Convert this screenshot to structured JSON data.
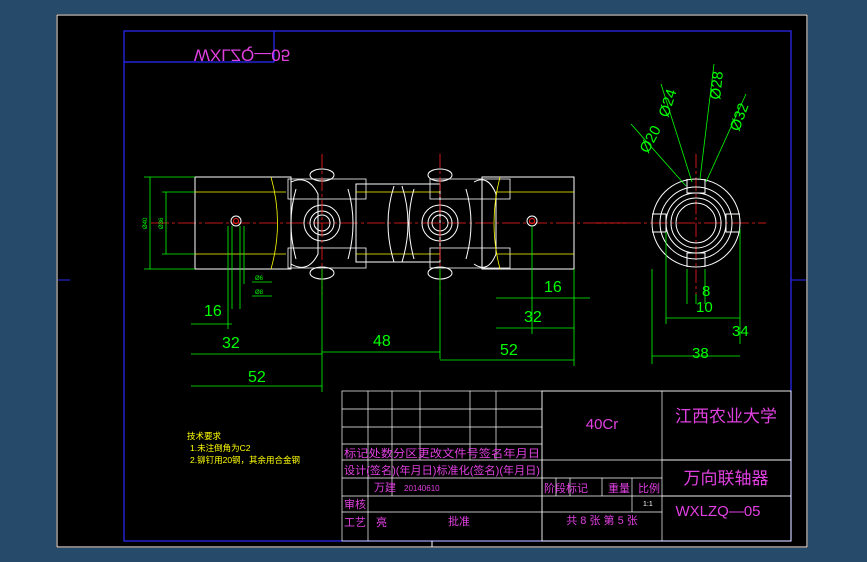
{
  "drawing": {
    "mirrored_code": "WXLZQ—05",
    "dimensions": {
      "d16_left": "16",
      "d32_left": "32",
      "d52_left": "52",
      "d48": "48",
      "d52_mid": "52",
      "d16_right": "16",
      "d32_right": "32",
      "d8": "8",
      "d10": "10",
      "d34": "34",
      "d38": "38",
      "phi20": "Ø20",
      "phi24": "Ø24",
      "phi28": "Ø28",
      "phi32": "Ø32",
      "small_phi40": "Ø40",
      "small_phi36": "Ø36",
      "small_6": "Ø6",
      "small_8": "Ø8"
    },
    "notes": {
      "title": "技术要求",
      "line1": "1.未注倒角为C2",
      "line2": "2.铆钉用20钢，其余用合金钢"
    }
  },
  "title_block": {
    "material": "40Cr",
    "school": "江西农业大学",
    "part_name": "万向联轴器",
    "drawing_no": "WXLZQ—05",
    "row_label": "标记处数分区更改文件号签名年月日",
    "design_row": "设计(签名)(年月日)标准化(签名)(年月日)",
    "stage_label": "阶段标记",
    "weight_label": "重量",
    "scale_label": "比例",
    "designer": "万建",
    "date": "20140610",
    "scale_value": "1:1",
    "review_label": "审核",
    "process_label": "工艺",
    "process_name": "亮",
    "approve_label": "批准",
    "sheets": "共 8 张 第 5 张"
  }
}
